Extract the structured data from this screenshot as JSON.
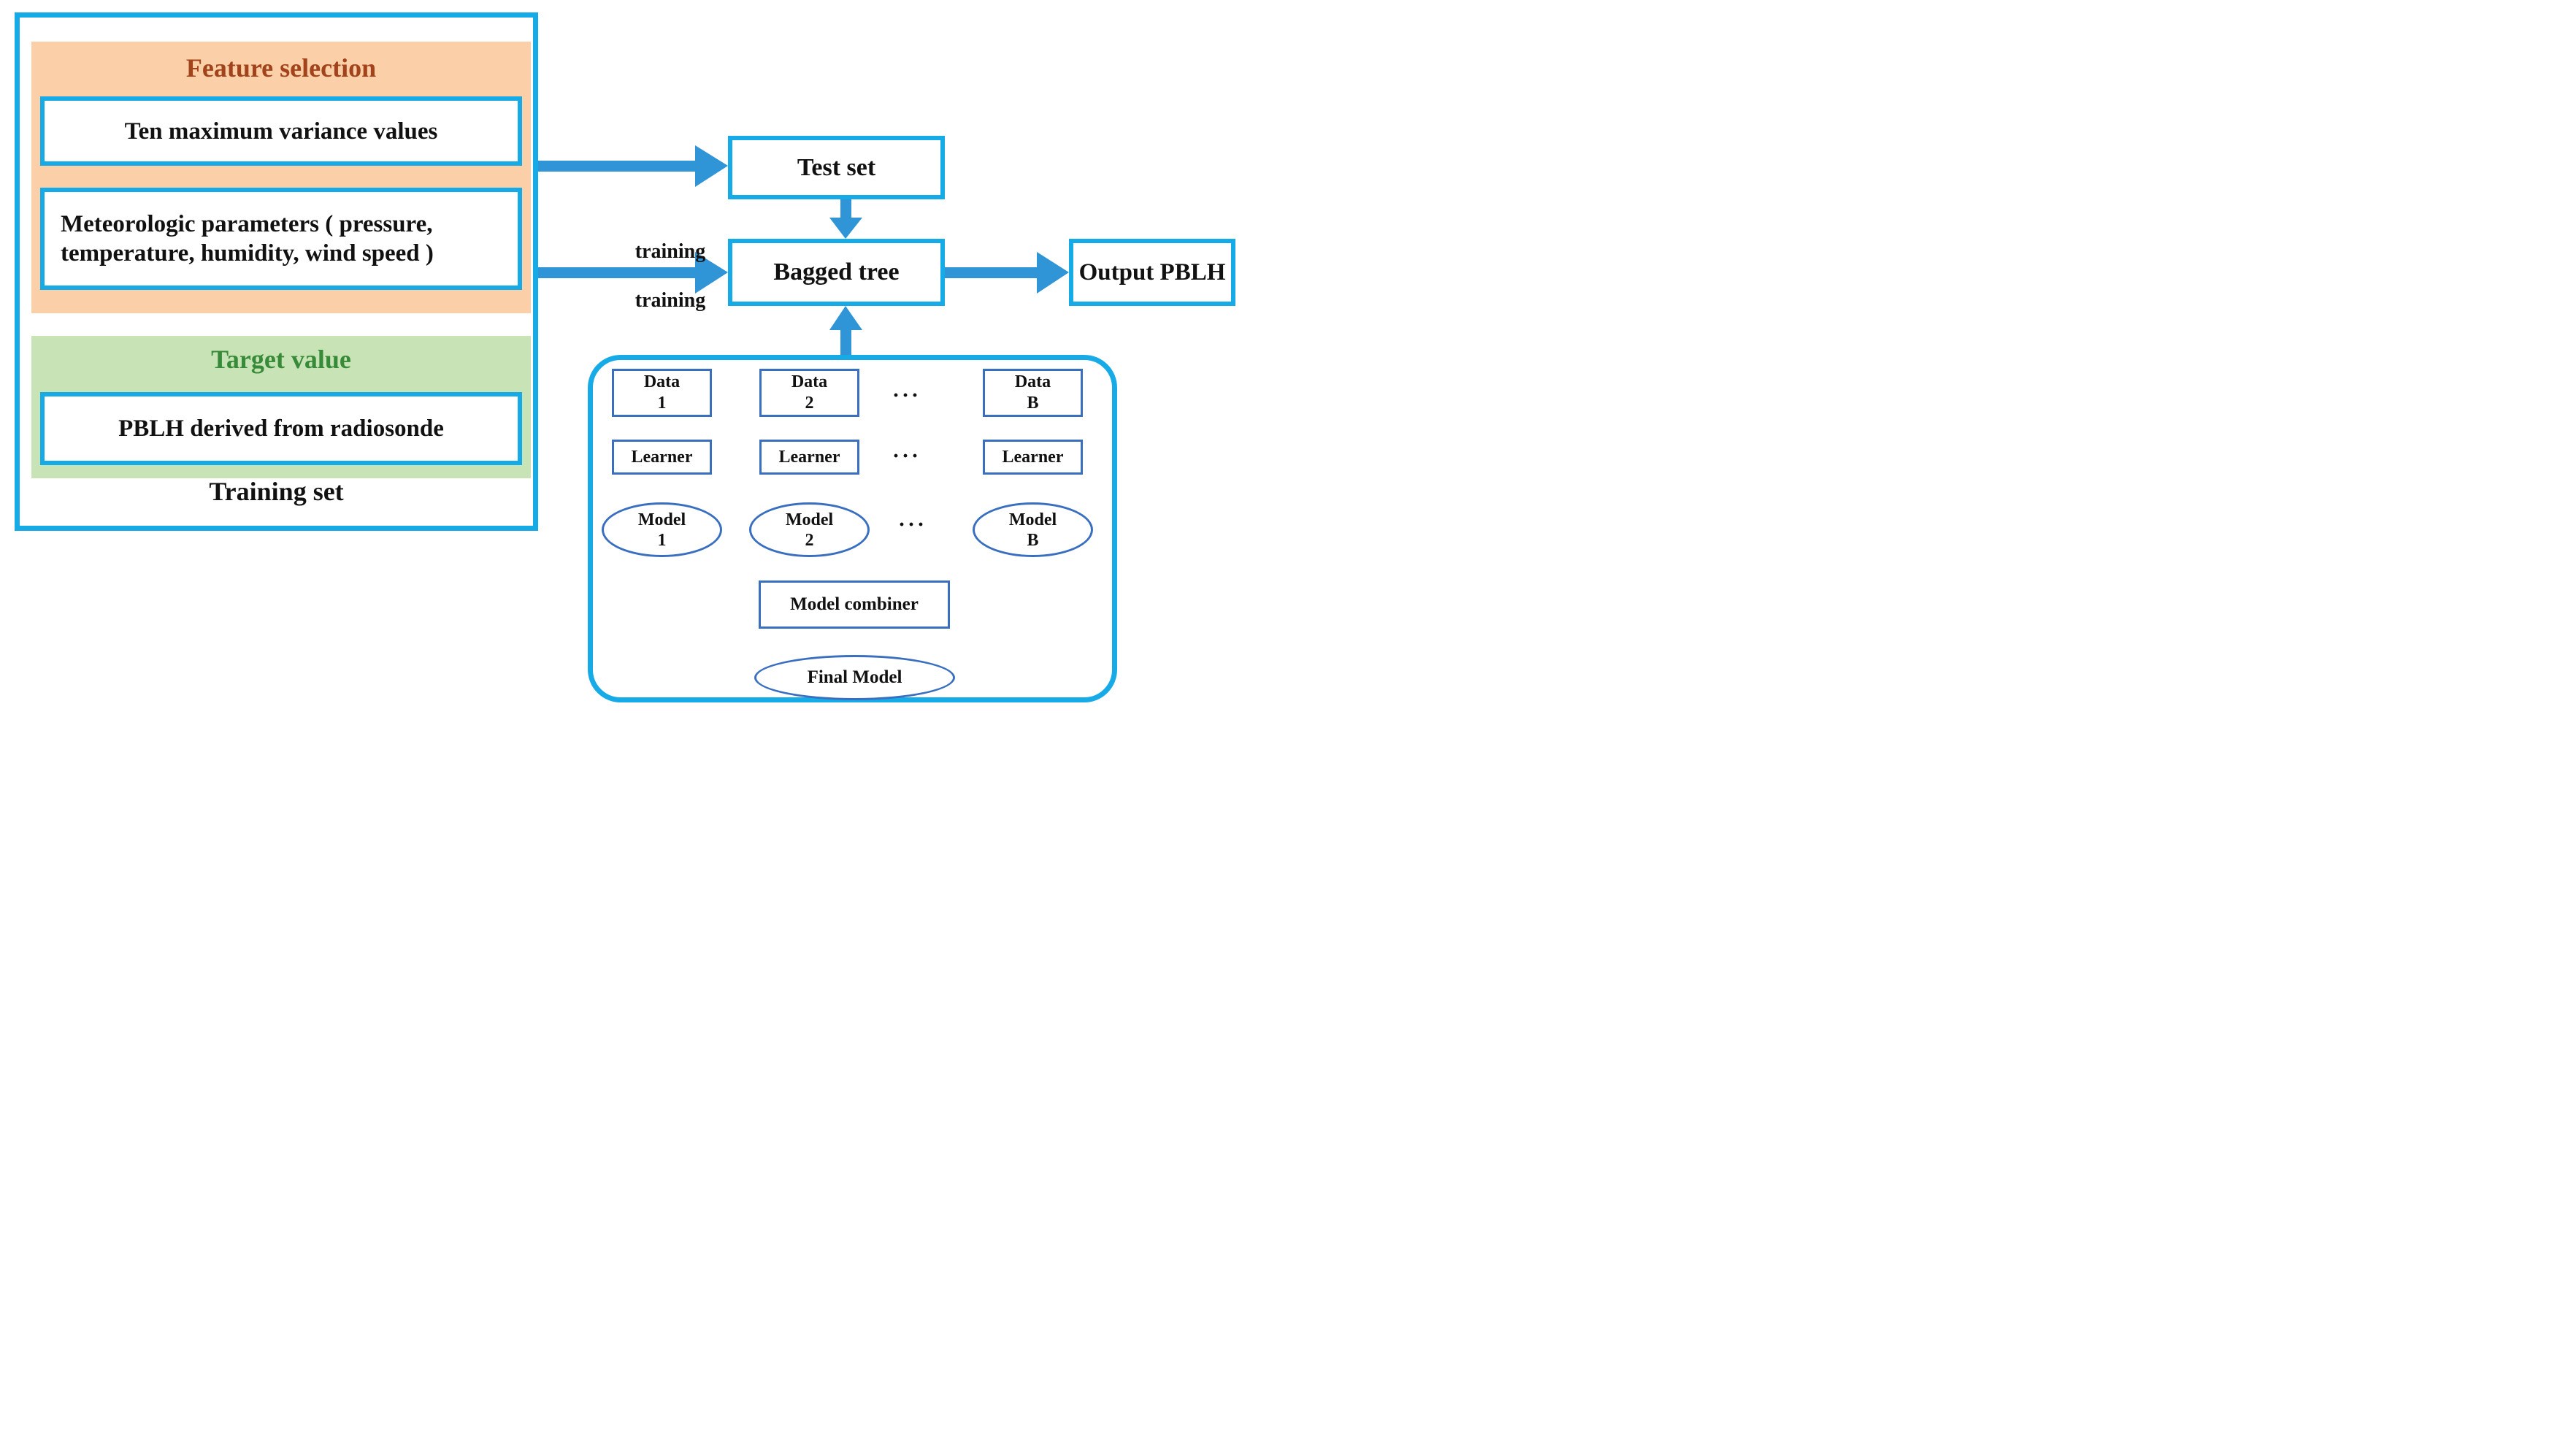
{
  "colors": {
    "cyan_border": "#16aae6",
    "thick_arrow_blue": "#2f95d6",
    "thin_arrow_blue": "#3a6fc0",
    "orange_panel_bg": "#fbcfa7",
    "green_panel_bg": "#c8e3b5",
    "feature_title_color": "#a3431b",
    "target_title_color": "#378a38",
    "text_color": "#111111"
  },
  "training_panel": {
    "feature_selection": {
      "title": "Feature selection",
      "items": [
        "Ten maximum variance values",
        "Meteorologic parameters ( pressure, temperature, humidity, wind speed )"
      ]
    },
    "target_value": {
      "title": "Target value",
      "items": [
        "PBLH derived from radiosonde"
      ]
    },
    "label": "Training set"
  },
  "flow": {
    "test_set": "Test set",
    "bagged_tree": "Bagged tree",
    "output_pblh": "Output PBLH",
    "training_label_top": "training",
    "training_label_bottom": "training"
  },
  "bagging": {
    "columns": [
      {
        "data_top": "Data",
        "data_bottom": "1",
        "learner": "Learner",
        "model_top": "Model",
        "model_bottom": "1"
      },
      {
        "data_top": "Data",
        "data_bottom": "2",
        "learner": "Learner",
        "model_top": "Model",
        "model_bottom": "2"
      },
      {
        "data_top": "Data",
        "data_bottom": "B",
        "learner": "Learner",
        "model_top": "Model",
        "model_bottom": "B"
      }
    ],
    "dots": "···",
    "model_combiner": "Model combiner",
    "final_model": "Final Model"
  }
}
